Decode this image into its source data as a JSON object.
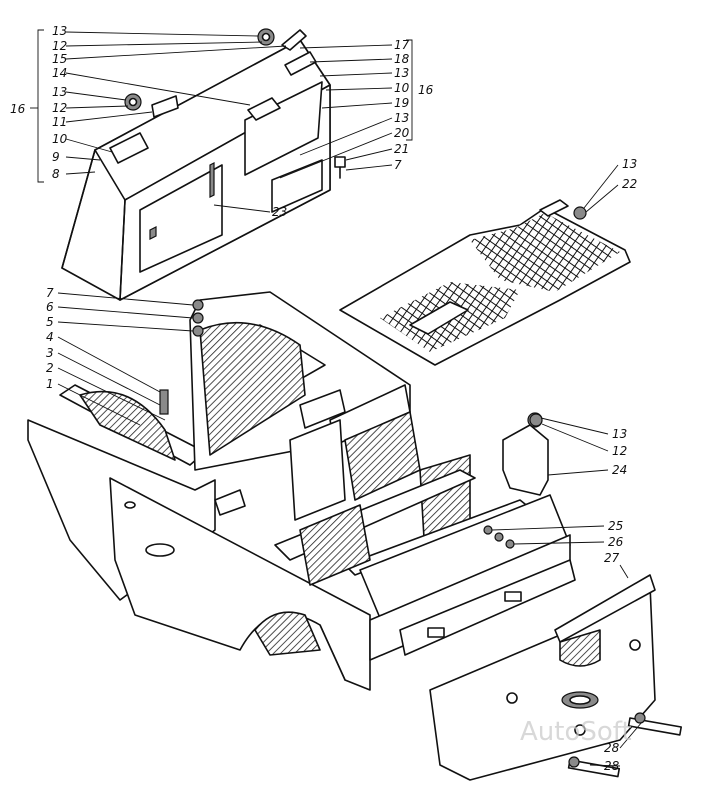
{
  "figure": {
    "watermark": "AutoSoft",
    "callouts": {
      "top_left": [
        "13",
        "12",
        "15",
        "14",
        "16",
        "13",
        "12",
        "11",
        "10",
        "9",
        "8"
      ],
      "top_right": [
        "17",
        "18",
        "13",
        "16",
        "10",
        "19",
        "13",
        "20",
        "21",
        "7"
      ],
      "cab_center": [
        "23"
      ],
      "mat": [
        "13",
        "22"
      ],
      "frame_left": [
        "7",
        "6",
        "5",
        "4",
        "3",
        "2",
        "1"
      ],
      "cover_right": [
        "13",
        "12",
        "24"
      ],
      "bolts_right": [
        "25",
        "26"
      ],
      "ballast": [
        "27",
        "28",
        "28"
      ]
    }
  }
}
